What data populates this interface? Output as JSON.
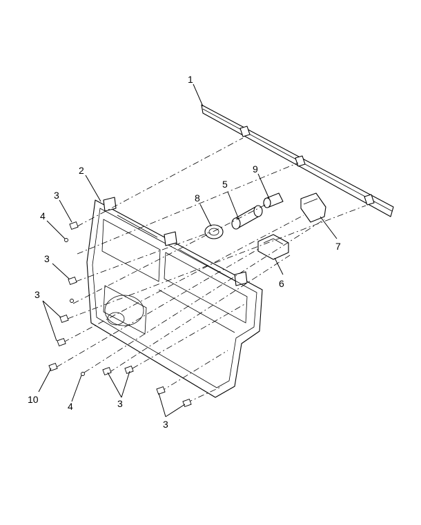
{
  "diagram": {
    "callouts": [
      {
        "id": "c1a",
        "text": "1"
      },
      {
        "id": "c2a",
        "text": "2"
      },
      {
        "id": "c3a",
        "text": "3"
      },
      {
        "id": "c4a",
        "text": "4"
      },
      {
        "id": "c3b",
        "text": "3"
      },
      {
        "id": "c3c",
        "text": "3"
      },
      {
        "id": "c10",
        "text": "10"
      },
      {
        "id": "c4b",
        "text": "4"
      },
      {
        "id": "c3d",
        "text": "3"
      },
      {
        "id": "c3e",
        "text": "3"
      },
      {
        "id": "c5",
        "text": "5"
      },
      {
        "id": "c6",
        "text": "6"
      },
      {
        "id": "c7",
        "text": "7"
      },
      {
        "id": "c8",
        "text": "8"
      },
      {
        "id": "c9",
        "text": "9"
      }
    ]
  }
}
